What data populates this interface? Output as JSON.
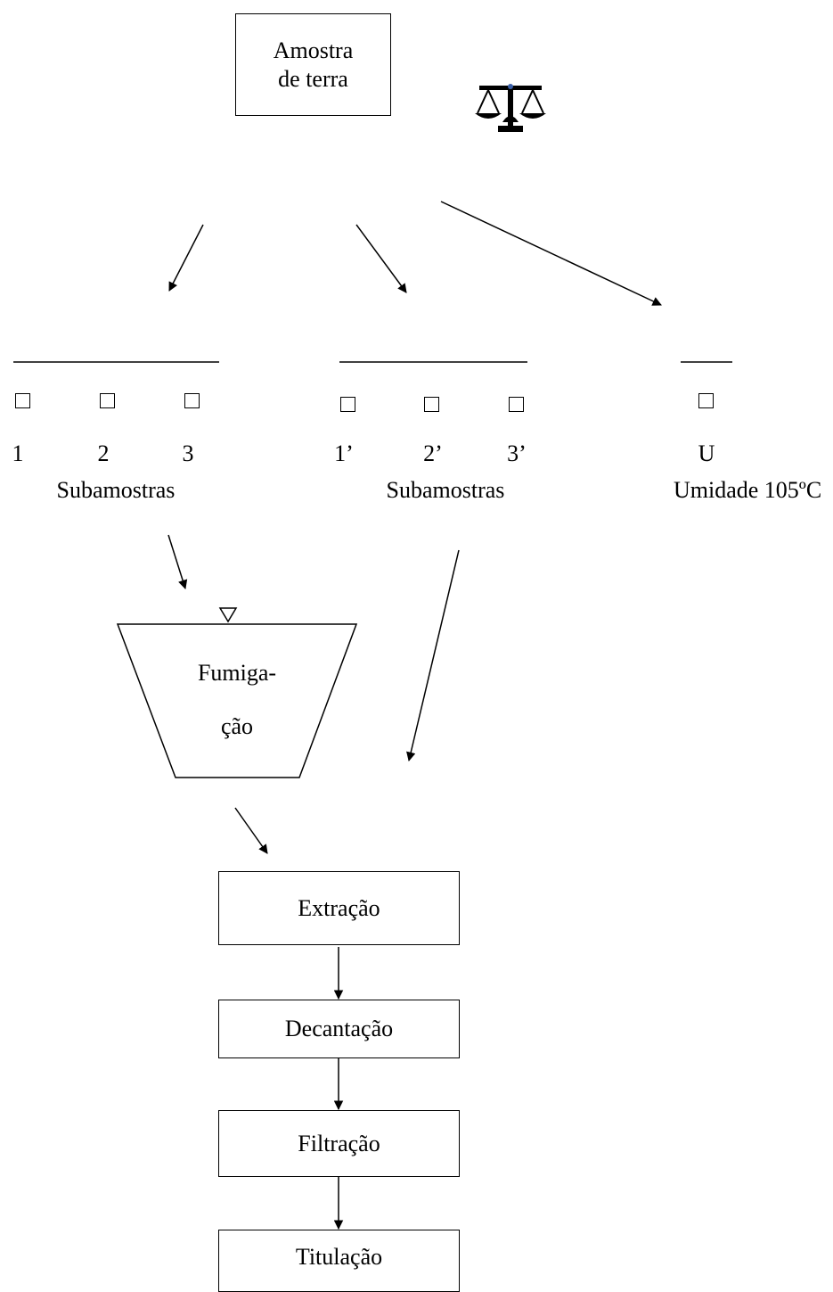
{
  "source_box": {
    "line1": "Amostra",
    "line2": "de terra"
  },
  "icons": {
    "balance": "balance-scale-icon",
    "fumigation": "funnel-icon"
  },
  "group_a": {
    "items": [
      "1",
      "2",
      "3"
    ],
    "caption": "Subamostras"
  },
  "group_b": {
    "items": [
      "1’",
      "2’",
      "3’"
    ],
    "caption": "Subamostras"
  },
  "group_c": {
    "items": [
      "U"
    ],
    "caption": "Umidade 105ºC"
  },
  "fumigation": {
    "line1": "Fumiga-",
    "line2": "ção"
  },
  "steps": [
    "Extração",
    "Decantação",
    "Filtração",
    "Titulação"
  ]
}
